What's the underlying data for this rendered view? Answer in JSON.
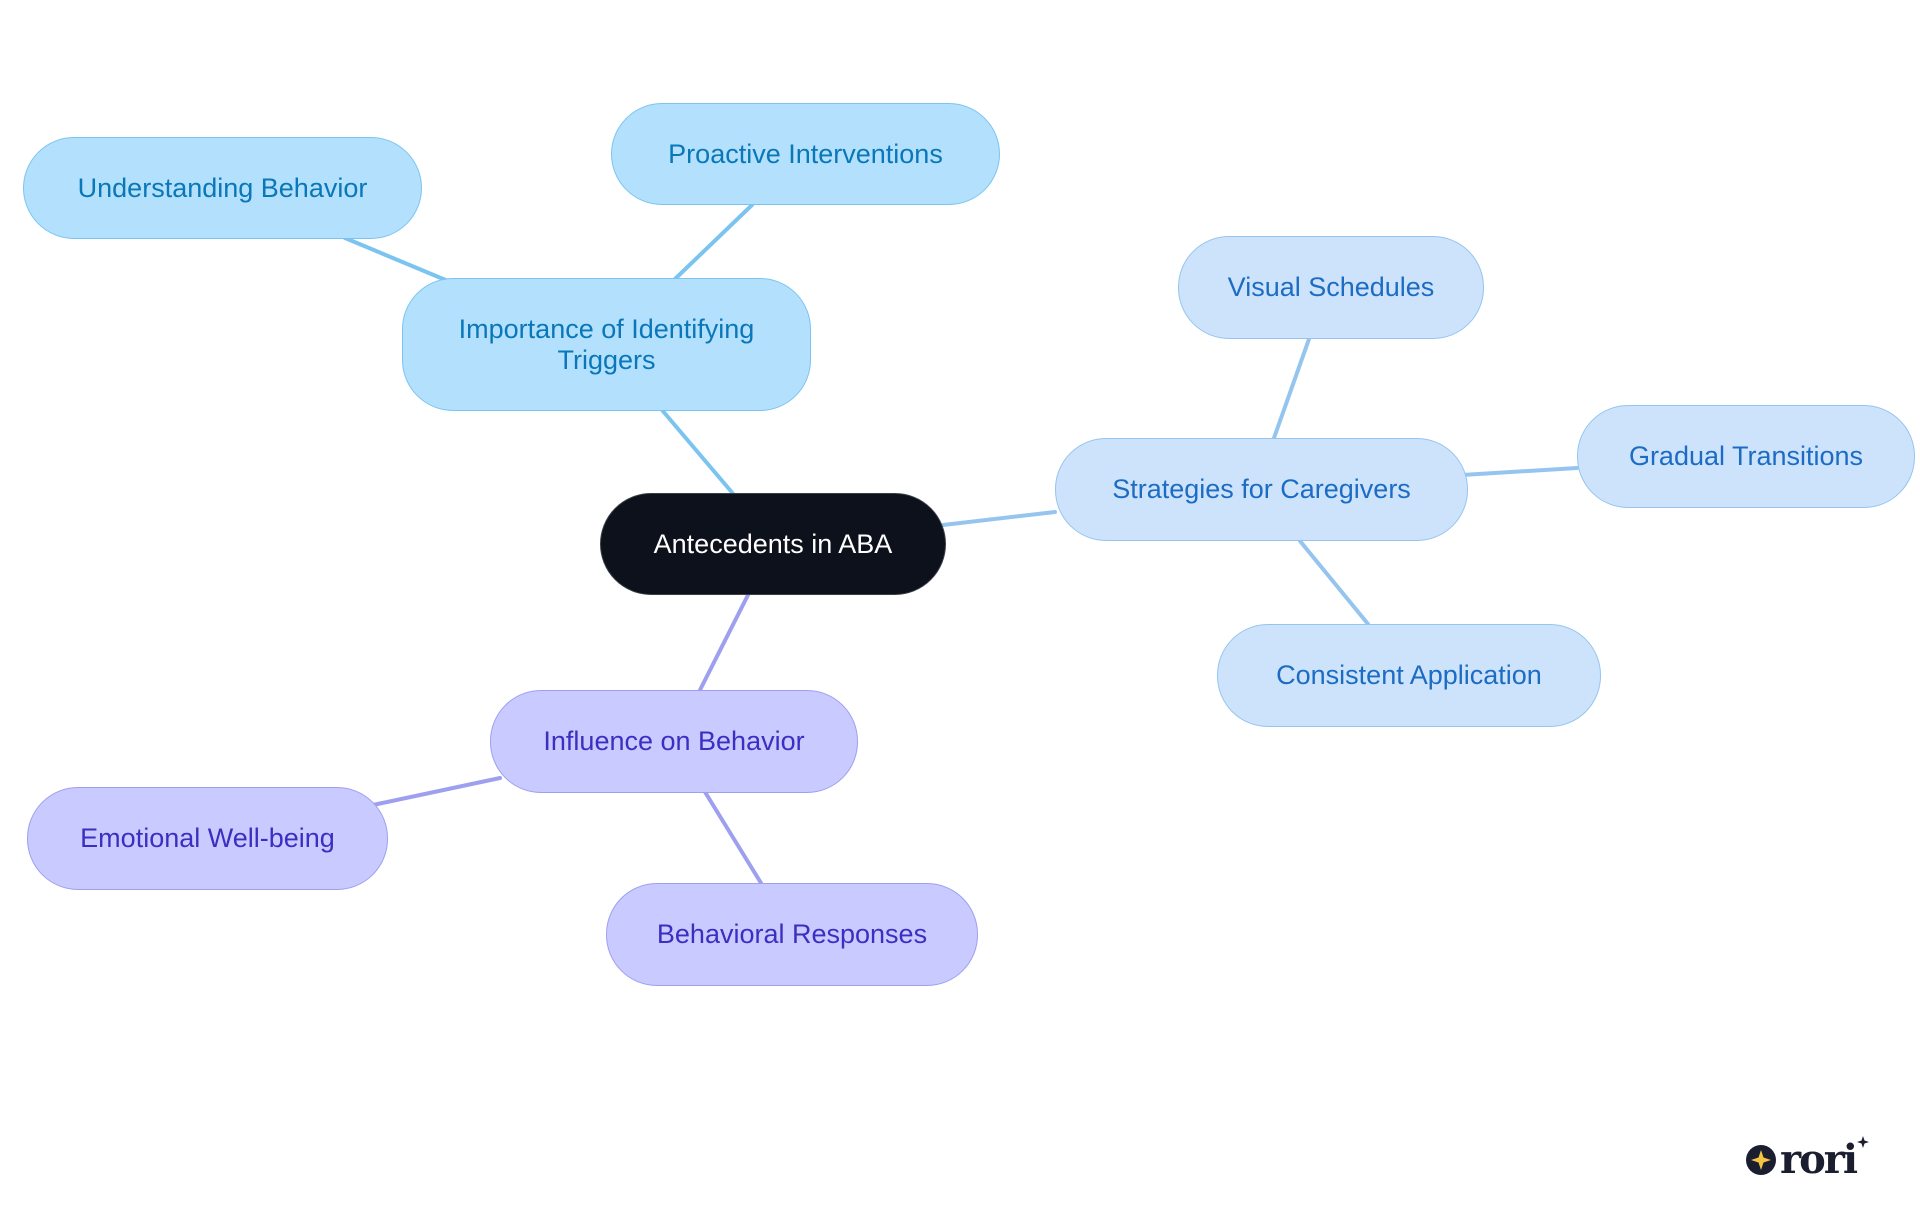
{
  "diagram": {
    "root": {
      "label": "Antecedents in ABA"
    },
    "branches": {
      "triggers": {
        "label": "Importance of Identifying\nTriggers",
        "children": [
          "Understanding Behavior",
          "Proactive Interventions"
        ]
      },
      "strategies": {
        "label": "Strategies for Caregivers",
        "children": [
          "Visual Schedules",
          "Gradual Transitions",
          "Consistent Application"
        ]
      },
      "influence": {
        "label": "Influence on Behavior",
        "children": [
          "Emotional Well-being",
          "Behavioral Responses"
        ]
      }
    }
  },
  "colors": {
    "root_fill": "#0c111b",
    "triggers_fill": "#b3e0fc",
    "triggers_edge": "#7cc4f0",
    "strategies_fill": "#cde3fb",
    "strategies_edge": "#95c5ef",
    "influence_fill": "#c9caff",
    "influence_edge": "#9ea0ef"
  },
  "logo": {
    "wordmark": "rori",
    "icon": "sparkle-icon"
  }
}
